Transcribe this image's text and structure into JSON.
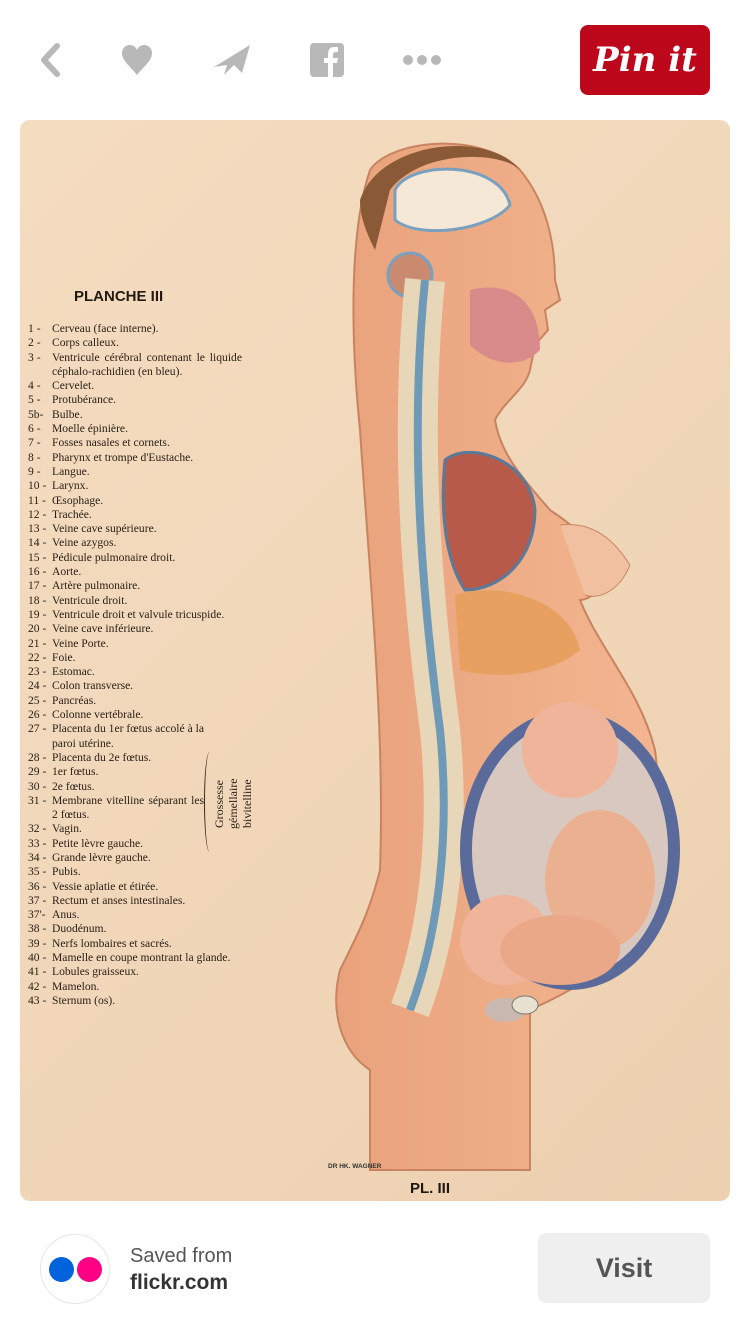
{
  "toolbar": {
    "icons": [
      "back-icon",
      "heart-icon",
      "send-icon",
      "facebook-icon",
      "more-icon"
    ],
    "pin_label": "Pin it",
    "accent": "#bd081c"
  },
  "pin": {
    "title": "PLANCHE III",
    "legend": [
      {
        "n": "1 -",
        "t": "Cerveau (face interne)."
      },
      {
        "n": "2 -",
        "t": "Corps calleux."
      },
      {
        "n": "3 -",
        "t": "Ventricule cérébral contenant le liquide céphalo-rachidien (en bleu)."
      },
      {
        "n": "4 -",
        "t": "Cervelet."
      },
      {
        "n": "5 -",
        "t": "Protubérance."
      },
      {
        "n": "5b-",
        "t": "Bulbe."
      },
      {
        "n": "6 -",
        "t": "Moelle épinière."
      },
      {
        "n": "7 -",
        "t": "Fosses nasales et cornets."
      },
      {
        "n": "8 -",
        "t": "Pharynx et trompe d'Eustache."
      },
      {
        "n": "9 -",
        "t": "Langue."
      },
      {
        "n": "10 -",
        "t": "Larynx."
      },
      {
        "n": "11 -",
        "t": "Œsophage."
      },
      {
        "n": "12 -",
        "t": "Trachée."
      },
      {
        "n": "13 -",
        "t": "Veine cave supérieure."
      },
      {
        "n": "14 -",
        "t": "Veine azygos."
      },
      {
        "n": "15 -",
        "t": "Pédicule pulmonaire droit."
      },
      {
        "n": "16 -",
        "t": "Aorte."
      },
      {
        "n": "17 -",
        "t": "Artère pulmonaire."
      },
      {
        "n": "18 -",
        "t": "Ventricule droit."
      },
      {
        "n": "19 -",
        "t": "Ventricule droit et valvule tricuspide."
      },
      {
        "n": "20 -",
        "t": "Veine cave inférieure."
      },
      {
        "n": "21 -",
        "t": "Veine Porte."
      },
      {
        "n": "22 -",
        "t": "Foie."
      },
      {
        "n": "23 -",
        "t": "Estomac."
      },
      {
        "n": "24 -",
        "t": "Colon transverse."
      },
      {
        "n": "25 -",
        "t": "Pancréas."
      },
      {
        "n": "26 -",
        "t": "Colonne vertébrale."
      },
      {
        "n": "27 -",
        "t": "Placenta du 1er fœtus accolé à la paroi utérine."
      },
      {
        "n": "28 -",
        "t": "Placenta du 2e fœtus."
      },
      {
        "n": "29 -",
        "t": "1er fœtus."
      },
      {
        "n": "30 -",
        "t": "2e fœtus."
      },
      {
        "n": "31 -",
        "t": "Membrane vitelline séparant les 2 fœtus."
      },
      {
        "n": "32 -",
        "t": "Vagin."
      },
      {
        "n": "33 -",
        "t": "Petite lèvre gauche."
      },
      {
        "n": "34 -",
        "t": "Grande lèvre gauche."
      },
      {
        "n": "35 -",
        "t": "Pubis."
      },
      {
        "n": "36 -",
        "t": "Vessie aplatie et étirée."
      },
      {
        "n": "37 -",
        "t": "Rectum et anses intestinales."
      },
      {
        "n": "37'-",
        "t": "Anus."
      },
      {
        "n": "38 -",
        "t": "Duodénum."
      },
      {
        "n": "39 -",
        "t": "Nerfs lombaires et sacrés."
      },
      {
        "n": "40 -",
        "t": "Mamelle en coupe montrant la glande."
      },
      {
        "n": "41 -",
        "t": "Lobules graisseux."
      },
      {
        "n": "42 -",
        "t": "Mamelon."
      },
      {
        "n": "43 -",
        "t": "Sternum (os)."
      }
    ],
    "bracket_label": "Grossesse gémellaire bivitelline",
    "credit": "DR HK. WAGNER",
    "plate": "PL. III"
  },
  "footer": {
    "saved_from": "Saved from",
    "domain": "flickr.com",
    "visit_label": "Visit"
  }
}
